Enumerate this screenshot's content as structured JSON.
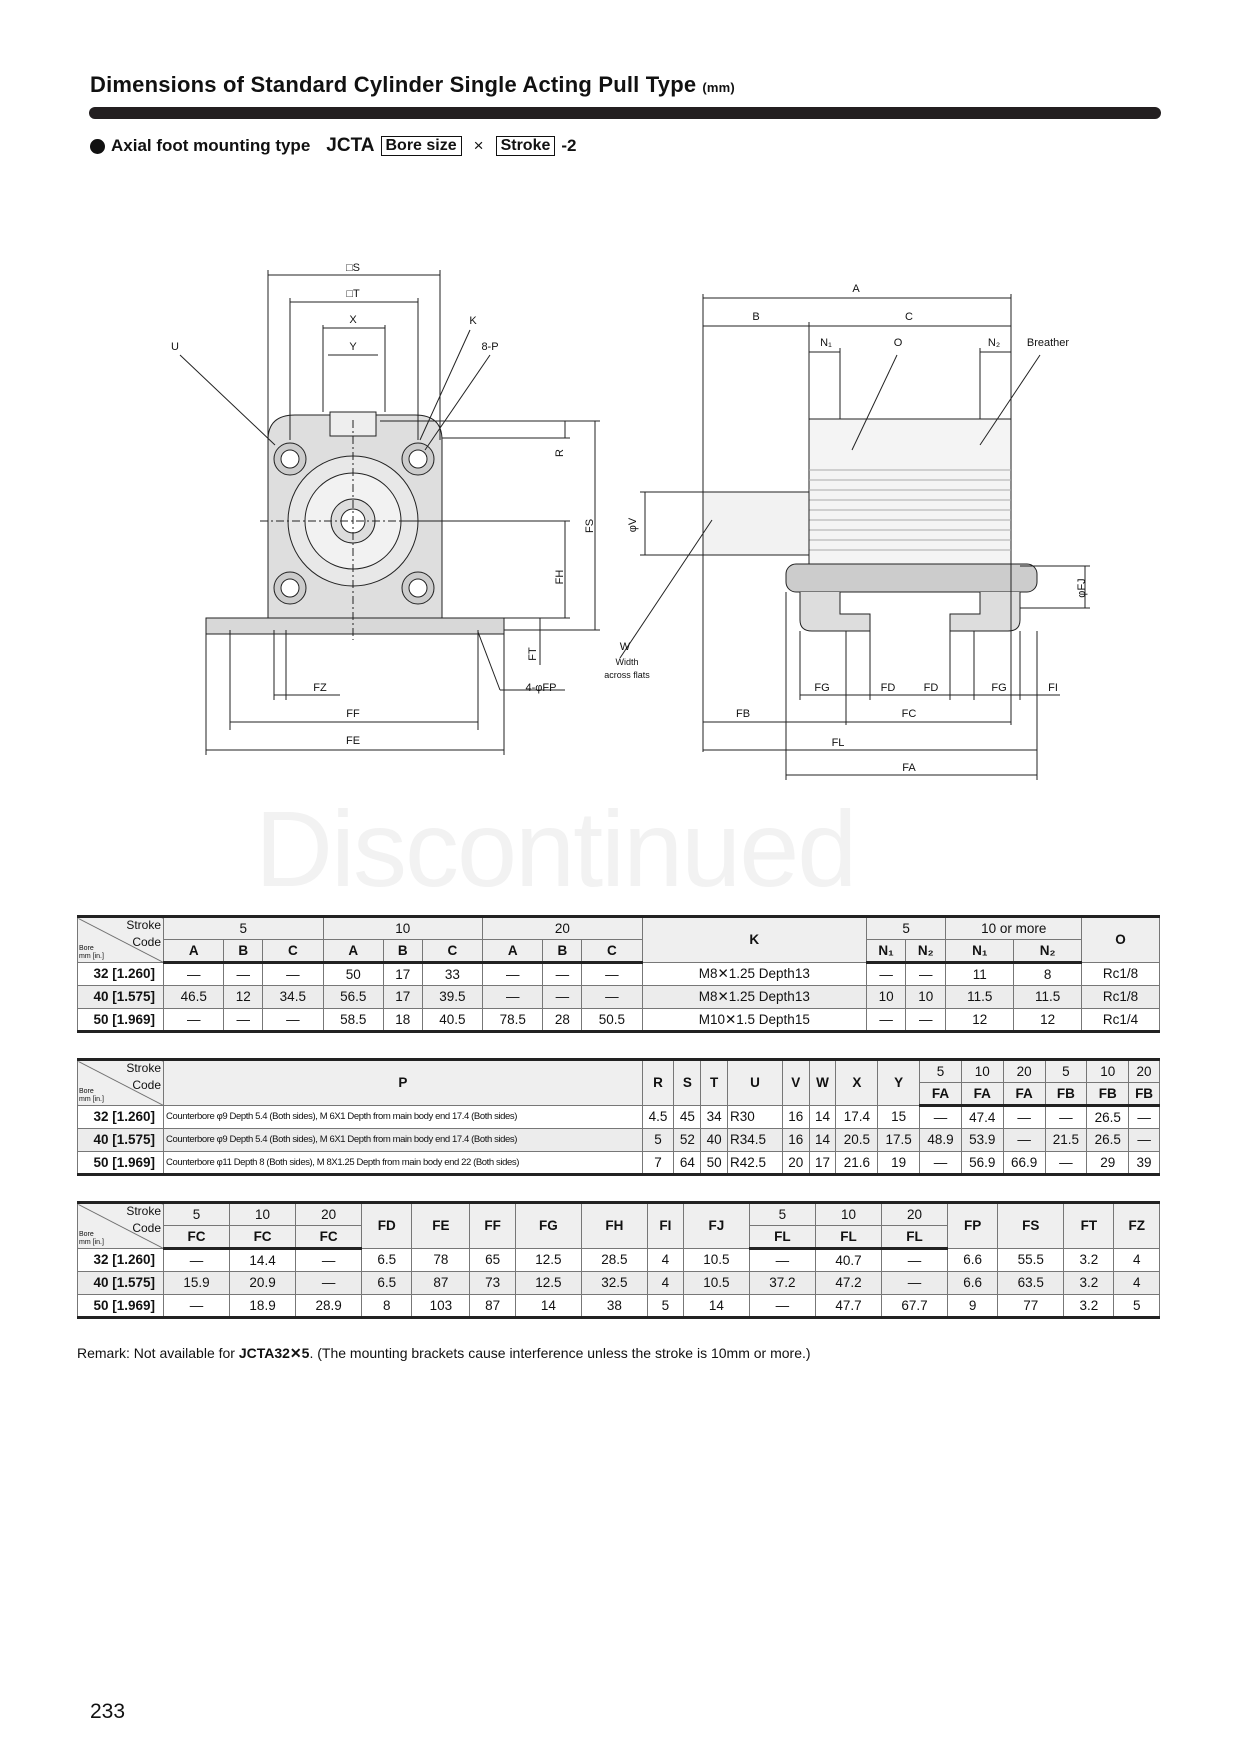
{
  "header": {
    "title": "Dimensions of Standard Cylinder Single Acting Pull Type",
    "unit": "(mm)"
  },
  "subtitle": {
    "label": "Axial foot mounting type",
    "model": "JCTA",
    "bore_box": "Bore size",
    "times": "×",
    "stroke_box": "Stroke",
    "suffix": "-2"
  },
  "watermark": "Discontinued",
  "drawing": {
    "left": {
      "S": "□S",
      "T": "□T",
      "X": "X",
      "Y": "Y",
      "K": "K",
      "P": "8-P",
      "U": "U",
      "R": "R",
      "FS": "FS",
      "FH": "FH",
      "FT": "FT",
      "FZ": "FZ",
      "FP": "4-φFP",
      "FF": "FF",
      "FE": "FE"
    },
    "right": {
      "A": "A",
      "B": "B",
      "C": "C",
      "N1": "N₁",
      "O": "O",
      "N2": "N₂",
      "breather": "Breather",
      "V": "φV",
      "FJ": "φFJ",
      "W": "W",
      "W_note1": "Width",
      "W_note2": "across flats",
      "FG1": "FG",
      "FD1": "FD",
      "FD2": "FD",
      "FG2": "FG",
      "FI": "FI",
      "FB": "FB",
      "FC": "FC",
      "FL": "FL",
      "FA": "FA"
    }
  },
  "corner": {
    "stroke": "Stroke",
    "code": "Code",
    "bore": "Bore mm [in.]"
  },
  "tables": [
    {
      "h1": [
        "5",
        "10",
        "20",
        "K",
        "5",
        "10 or more",
        "O"
      ],
      "h2": [
        "A",
        "B",
        "C",
        "A",
        "B",
        "C",
        "A",
        "B",
        "C",
        "N₁",
        "N₂",
        "N₁",
        "N₂"
      ],
      "rows": [
        [
          "32 [1.260]",
          "—",
          "—",
          "—",
          "50",
          "17",
          "33",
          "—",
          "—",
          "—",
          "M8✕1.25  Depth13",
          "—",
          "—",
          "11",
          "8",
          "Rc1/8"
        ],
        [
          "40 [1.575]",
          "46.5",
          "12",
          "34.5",
          "56.5",
          "17",
          "39.5",
          "—",
          "—",
          "—",
          "M8✕1.25  Depth13",
          "10",
          "10",
          "11.5",
          "11.5",
          "Rc1/8"
        ],
        [
          "50 [1.969]",
          "—",
          "—",
          "—",
          "58.5",
          "18",
          "40.5",
          "78.5",
          "28",
          "50.5",
          "M10✕1.5    Depth15",
          "—",
          "—",
          "12",
          "12",
          "Rc1/4"
        ]
      ]
    },
    {
      "h1": [
        "P",
        "R",
        "S",
        "T",
        "U",
        "V",
        "W",
        "X",
        "Y",
        "5",
        "10",
        "20",
        "5",
        "10",
        "20"
      ],
      "h2": [
        "FA",
        "FA",
        "FA",
        "FB",
        "FB",
        "FB"
      ],
      "rows": [
        [
          "32 [1.260]",
          "Counterbore φ9  Depth  5.4 (Both sides), M 6X1 Depth from main body end 17.4 (Both sides)",
          "4.5",
          "45",
          "34",
          "R30",
          "16",
          "14",
          "17.4",
          "15",
          "—",
          "47.4",
          "—",
          "—",
          "26.5",
          "—"
        ],
        [
          "40 [1.575]",
          "Counterbore φ9  Depth  5.4 (Both sides), M 6X1 Depth from main body end 17.4 (Both sides)",
          "5",
          "52",
          "40",
          "R34.5",
          "16",
          "14",
          "20.5",
          "17.5",
          "48.9",
          "53.9",
          "—",
          "21.5",
          "26.5",
          "—"
        ],
        [
          "50 [1.969]",
          "Counterbore φ11 Depth  8   (Both sides), M 8X1.25 Depth from main body end 22 (Both sides)",
          "7",
          "64",
          "50",
          "R42.5",
          "20",
          "17",
          "21.6",
          "19",
          "—",
          "56.9",
          "66.9",
          "—",
          "29",
          "39"
        ]
      ]
    },
    {
      "h1": [
        "5",
        "10",
        "20",
        "FD",
        "FE",
        "FF",
        "FG",
        "FH",
        "FI",
        "FJ",
        "5",
        "10",
        "20",
        "FP",
        "FS",
        "FT",
        "FZ"
      ],
      "h2": [
        "FC",
        "FC",
        "FC",
        "FL",
        "FL",
        "FL"
      ],
      "rows": [
        [
          "32 [1.260]",
          "—",
          "14.4",
          "—",
          "6.5",
          "78",
          "65",
          "12.5",
          "28.5",
          "4",
          "10.5",
          "—",
          "40.7",
          "—",
          "6.6",
          "55.5",
          "3.2",
          "4"
        ],
        [
          "40 [1.575]",
          "15.9",
          "20.9",
          "—",
          "6.5",
          "87",
          "73",
          "12.5",
          "32.5",
          "4",
          "10.5",
          "37.2",
          "47.2",
          "—",
          "6.6",
          "63.5",
          "3.2",
          "4"
        ],
        [
          "50 [1.969]",
          "—",
          "18.9",
          "28.9",
          "8",
          "103",
          "87",
          "14",
          "38",
          "5",
          "14",
          "—",
          "47.7",
          "67.7",
          "9",
          "77",
          "3.2",
          "5"
        ]
      ]
    }
  ],
  "remark": {
    "prefix": "Remark: Not available for ",
    "model": "JCTA32✕5",
    "suffix": ". (The mounting brackets cause interference unless the stroke is 10mm or more.)"
  },
  "page_number": "233"
}
